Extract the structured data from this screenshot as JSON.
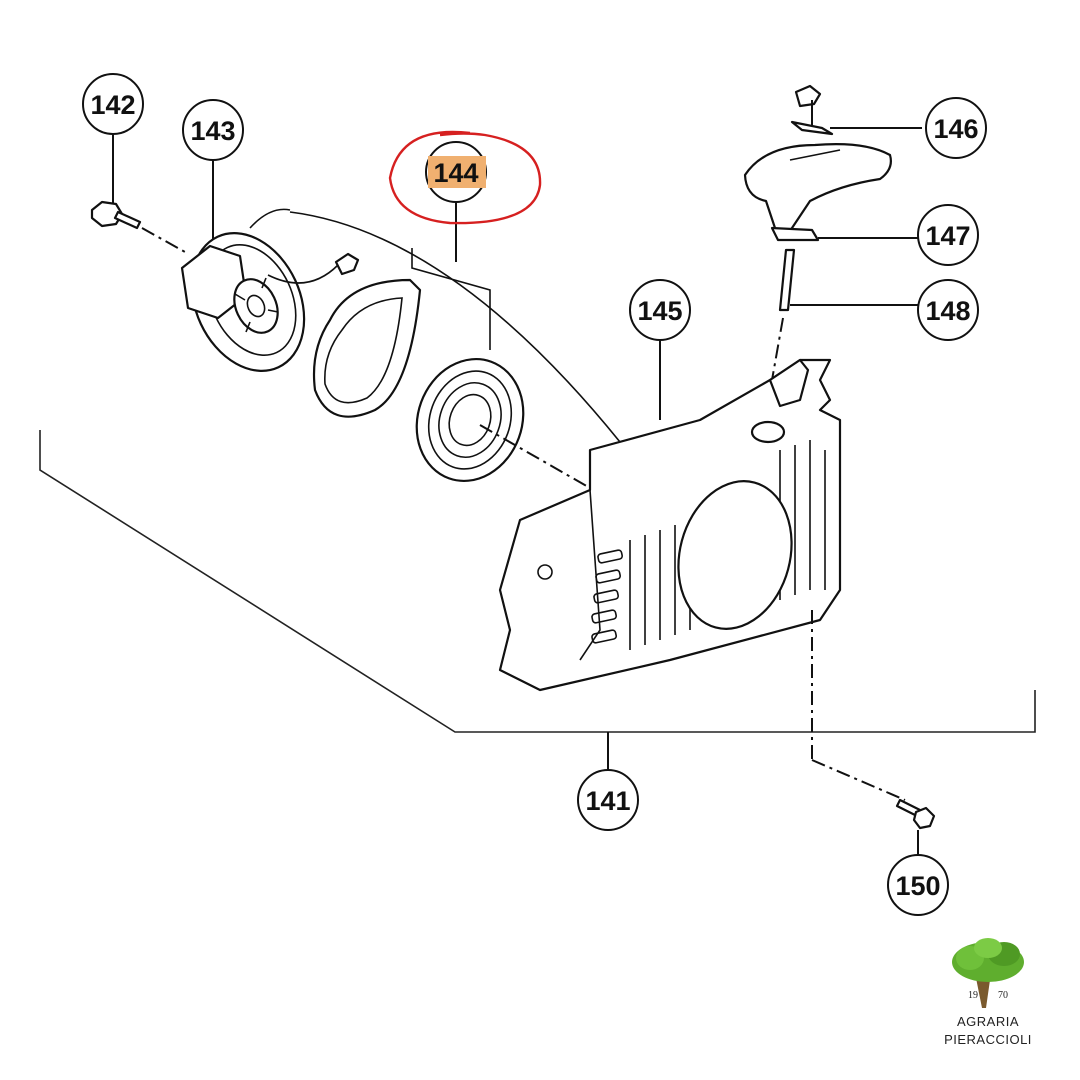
{
  "diagram": {
    "callouts": [
      {
        "id": "141",
        "label": "141"
      },
      {
        "id": "142",
        "label": "142"
      },
      {
        "id": "143",
        "label": "143"
      },
      {
        "id": "144",
        "label": "144",
        "highlighted": true
      },
      {
        "id": "145",
        "label": "145"
      },
      {
        "id": "146",
        "label": "146"
      },
      {
        "id": "147",
        "label": "147"
      },
      {
        "id": "148",
        "label": "148"
      },
      {
        "id": "150",
        "label": "150"
      }
    ],
    "highlight_color": "#f0b070",
    "circle_mark_color": "#d62020"
  },
  "logo": {
    "year_left": "19",
    "year_right": "70",
    "name_line1": "AGRARIA",
    "name_line2": "PIERACCIOLI",
    "foliage_color": "#5fae2e",
    "trunk_color": "#7a5a2e"
  }
}
